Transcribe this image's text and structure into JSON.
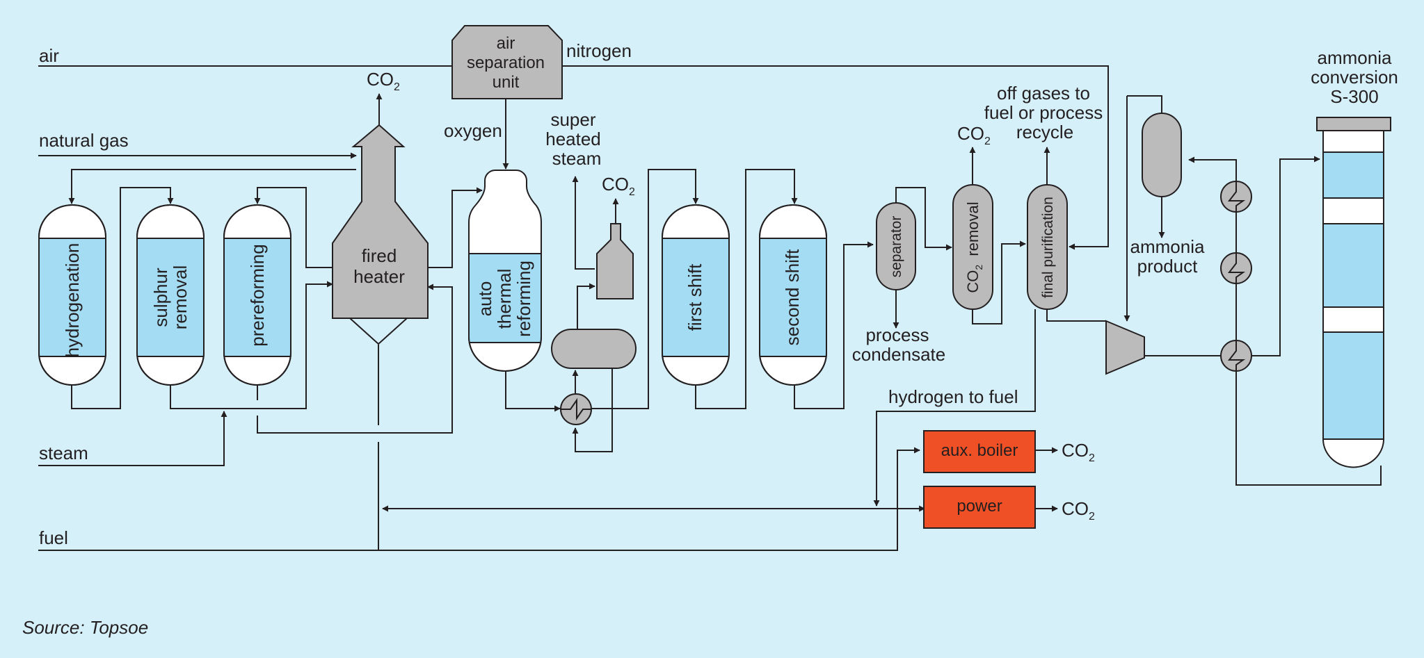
{
  "colors": {
    "background": "#d6f0fa",
    "line": "#231f20",
    "catalyst_fill": "#a3dcf3",
    "equipment_grey": "#bcbbbb",
    "vessel_white": "#ffffff",
    "power_unit": "#f05025"
  },
  "inputs": {
    "air": "air",
    "natural_gas": "natural gas",
    "steam": "steam",
    "fuel": "fuel"
  },
  "asu": {
    "line1": "air",
    "line2": "separation",
    "line3": "unit"
  },
  "streams": {
    "nitrogen": "nitrogen",
    "oxygen": "oxygen",
    "superheated_1": "super",
    "superheated_2": "heated",
    "superheated_3": "steam",
    "hydrogen_to_fuel": "hydrogen to fuel",
    "process_condensate_1": "process",
    "process_condensate_2": "condensate",
    "off_gases_1": "off gases to",
    "off_gases_2": "fuel or process",
    "off_gases_3": "recycle",
    "ammonia_product_1": "ammonia",
    "ammonia_product_2": "product"
  },
  "co2": {
    "main": "CO",
    "sub": "2"
  },
  "vessels": {
    "hydrogenation": "hydrogenation",
    "sulphur_1": "sulphur",
    "sulphur_2": "removal",
    "prereforming": "prereforming",
    "fired_heater_1": "fired",
    "fired_heater_2": "heater",
    "atr_1": "auto",
    "atr_2": "thermal",
    "atr_3": "reforming",
    "first_shift": "first shift",
    "second_shift": "second shift",
    "separator": "separator",
    "co2_removal_main": "CO",
    "co2_removal_sub": "2",
    "co2_removal_rest": "removal",
    "final_purification": "final purification"
  },
  "units": {
    "aux_boiler": "aux. boiler",
    "power": "power"
  },
  "converter": {
    "line1": "ammonia",
    "line2": "conversion",
    "line3": "S-300"
  },
  "source": "Source: Topsoe"
}
